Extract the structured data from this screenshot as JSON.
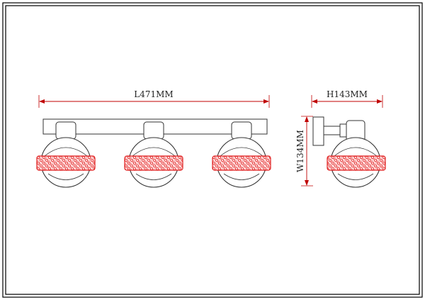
{
  "colors": {
    "frame": "#000000",
    "outline": "#333333",
    "dimension": "#c00000",
    "band": "#e02020",
    "band_fill": "#ffd0d0"
  },
  "dimensions": {
    "length_label": "L471MM",
    "height_label": "H143MM",
    "width_label": "W134MM"
  },
  "front_view": {
    "spot_count": 3
  },
  "side_view": {
    "spot_count": 1
  }
}
